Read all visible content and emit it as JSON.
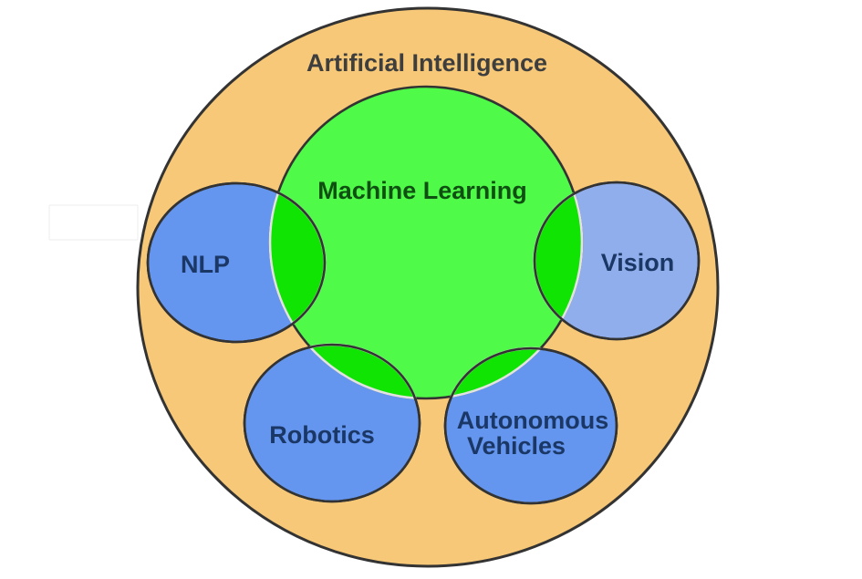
{
  "diagram": {
    "type": "venn-euler",
    "description": "Nested Venn diagram of Artificial Intelligence subfields",
    "labels": {
      "ai": "Artificial Intelligence",
      "ml": "Machine Learning",
      "nlp": "NLP",
      "vision": "Vision",
      "robotics": "Robotics",
      "av_line1": "Autonomous",
      "av_line2": "Vehicles"
    },
    "sets": [
      {
        "id": "ai",
        "label": "Artificial Intelligence",
        "contains": [
          "ml",
          "nlp",
          "vision",
          "robotics",
          "av"
        ]
      },
      {
        "id": "ml",
        "label": "Machine Learning",
        "overlaps": [
          "nlp",
          "vision",
          "robotics",
          "av"
        ]
      },
      {
        "id": "nlp",
        "label": "NLP"
      },
      {
        "id": "vision",
        "label": "Vision"
      },
      {
        "id": "robotics",
        "label": "Robotics"
      },
      {
        "id": "av",
        "label": "Autonomous Vehicles"
      }
    ],
    "colors": {
      "outer_fill": "#f6c877",
      "ml_fill": "#4ffa48",
      "overlap_fill": "#10e403",
      "blue_fill": "#6496ef",
      "blue_light_fill": "#91aeec",
      "outline_dark": "#333333",
      "overlap_outline": "#e2e2e2",
      "title_text": "#3e3e3e",
      "ml_text": "#0f4f12",
      "subset_text": "#1b3766",
      "empty_box_fill": "#ffffff",
      "empty_box_border": "#ececec"
    }
  }
}
